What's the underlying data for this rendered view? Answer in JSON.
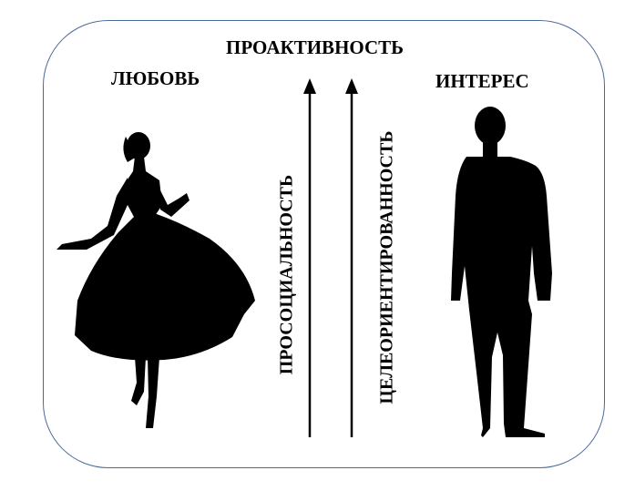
{
  "title": "ПРОАКТИВНОСТЬ",
  "left_label": "ЛЮБОВЬ",
  "right_label": "ИНТЕРЕС",
  "left_axis_label": "ПРОСОЦИАЛЬНОСТЬ",
  "right_axis_label": "ЦЕЛЕОРИЕНТИРОВАННОСТЬ",
  "colors": {
    "border": "#4a6a9a",
    "ink": "#000000"
  }
}
